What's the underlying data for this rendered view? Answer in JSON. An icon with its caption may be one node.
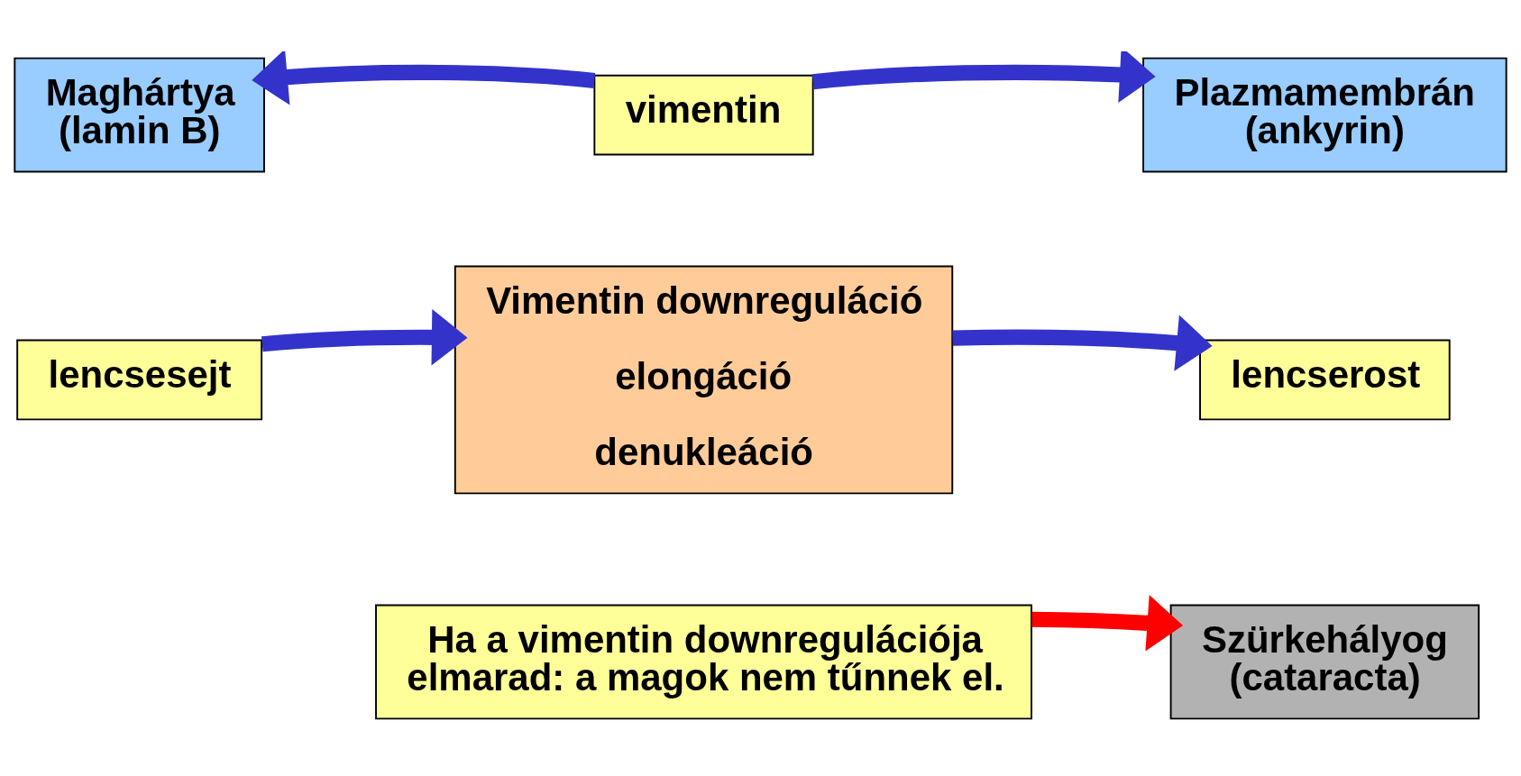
{
  "diagram": {
    "nodes": [
      {
        "text": [
          "Maghártya (lamin B)"
        ]
      },
      {
        "text": [
          "vimentin"
        ]
      },
      {
        "text": [
          "Plazmamembrán (ankyrin)"
        ]
      },
      {
        "text": [
          "lencsesejt"
        ]
      },
      {
        "text": [
          "Vimentin downreguláció",
          "elongáció",
          "denukleáció"
        ]
      },
      {
        "text": [
          "lencserost"
        ]
      },
      {
        "text": [
          "Ha a vimentin downregulációja elmarad: a magok nem tűnnek el."
        ]
      },
      {
        "text": [
          "Szürkehályog (cataracta)"
        ]
      }
    ],
    "edges": [
      {
        "from": 1,
        "to": 0,
        "arrow": "to"
      },
      {
        "from": 1,
        "to": 2,
        "arrow": "to"
      },
      {
        "from": 3,
        "to": 4,
        "arrow": "to"
      },
      {
        "from": 4,
        "to": 5,
        "arrow": "to"
      },
      {
        "from": 6,
        "to": 7,
        "arrow": "to",
        "color": "#ff0000"
      }
    ]
  }
}
